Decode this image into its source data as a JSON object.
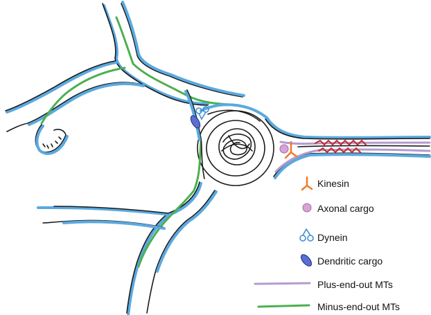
{
  "colors": {
    "membrane": "#5aa9e0",
    "outline": "#1a1a1a",
    "kinesin": "#f07a2a",
    "axonal_cargo": "#d7a3d8",
    "dynein": "#3b8fd6",
    "dendritic_cargo": "#5b6fd0",
    "plus_end_out_mts": "#b49ad0",
    "minus_end_out_mts": "#4caf50",
    "axon_marker": "#c62828"
  },
  "legend": [
    {
      "icon": "kinesin-icon",
      "label": "Kinesin"
    },
    {
      "icon": "axonal-cargo-icon",
      "label": "Axonal cargo"
    },
    {
      "icon": "dynein-icon",
      "label": "Dynein"
    },
    {
      "icon": "dendritic-cargo-icon",
      "label": "Dendritic cargo"
    },
    {
      "icon": "plus-end-out-mts-line",
      "label": "Plus-end-out MTs"
    },
    {
      "icon": "minus-end-out-mts-line",
      "label": "Minus-end-out MTs"
    }
  ]
}
